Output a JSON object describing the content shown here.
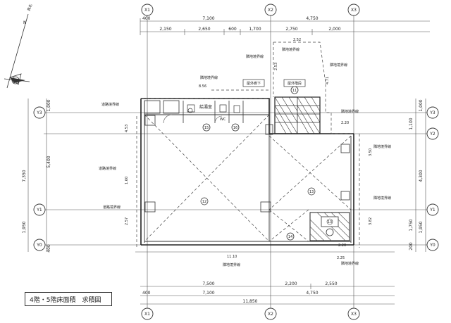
{
  "title": "4階・5階床面積　求積図",
  "grid_top": [
    "X1",
    "X2",
    "X3"
  ],
  "grid_bottom": [
    "X1",
    "X2",
    "X3"
  ],
  "grid_left": [
    "Y3",
    "Y2",
    "Y1",
    "Y0"
  ],
  "grid_right": [
    "Y3",
    "Y2",
    "Y1",
    "Y0"
  ],
  "dims_top": {
    "row1": [
      "400",
      "7,100",
      "4,750"
    ],
    "row2": [
      "2,150",
      "2,650",
      "600",
      "1,700",
      "2,750",
      "2,000"
    ]
  },
  "dims_bottom": {
    "row1": [
      "7,500",
      "2,200",
      "2,550"
    ],
    "row2": [
      "400",
      "7,100",
      "4,750"
    ],
    "row3": [
      "11,850"
    ]
  },
  "dims_left": [
    "1,000",
    "5,400",
    "7,350",
    "1,950",
    "400"
  ],
  "dims_right": [
    "1,000",
    "1,100",
    "4,300",
    "1,750",
    "1,950",
    "200"
  ],
  "inner_dims": [
    "2.52",
    "2.53",
    "4.71",
    "8.56",
    "4.53",
    "1.60",
    "2.57",
    "3.50",
    "3.82",
    "2.20",
    "11.10",
    "2.25",
    "2.20"
  ],
  "labels": {
    "sonchi1": "隣地境界線",
    "sonchi2": "隣地境界線",
    "sonchi3": "隣地境界線",
    "sonchi4": "隣地境界線",
    "sonchi5": "隣地境界線",
    "sonchi6": "隣地境界線",
    "sonchi7": "隣地境界線",
    "sonchi8": "隣地境界線",
    "road1": "道路境界線",
    "road2": "道路境界線",
    "road3": "道路境界線",
    "outer_corridor": "屋外廊下",
    "outer_stair": "屋外階段",
    "hot_water": "給湯室",
    "wc": "WC",
    "north": "真北",
    "north_n": "N"
  },
  "areas": [
    "11",
    "12",
    "13",
    "14",
    "15",
    "16",
    "13"
  ]
}
